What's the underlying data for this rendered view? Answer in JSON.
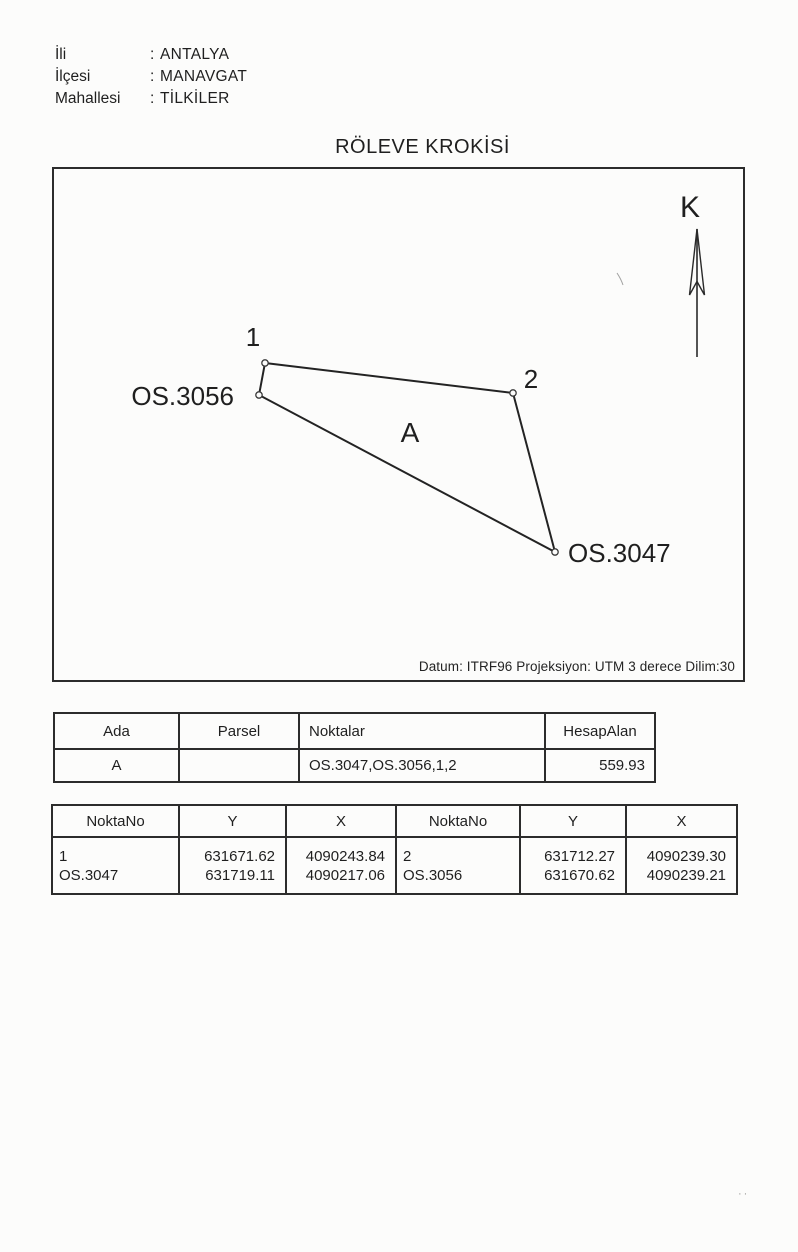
{
  "colors": {
    "ink": "#1f1f1f",
    "paper": "#fcfcfb"
  },
  "header": {
    "separator": ":",
    "fields": [
      {
        "label": "İli",
        "value": "ANTALYA"
      },
      {
        "label": "İlçesi",
        "value": "MANAVGAT"
      },
      {
        "label": "Mahallesi",
        "value": "TİLKİLER"
      }
    ]
  },
  "title": "RÖLEVE KROKİSİ",
  "sketch": {
    "north_label": "K",
    "area_label": "A",
    "datum_note": "Datum: ITRF96 Projeksiyon: UTM 3 derece Dilim:30",
    "vertices": [
      {
        "id": "1",
        "label": "1"
      },
      {
        "id": "2",
        "label": "2"
      },
      {
        "id": "OS.3047",
        "label": "OS.3047"
      },
      {
        "id": "OS.3056",
        "label": "OS.3056"
      }
    ]
  },
  "parcel_table": {
    "headers": [
      "Ada",
      "Parsel",
      "Noktalar",
      "HesapAlan"
    ],
    "row": {
      "ada": "A",
      "parsel": "",
      "noktalar": "OS.3047,OS.3056,1,2",
      "hesap_alan": "559.93"
    }
  },
  "coords_table": {
    "headers": [
      "NoktaNo",
      "Y",
      "X",
      "NoktaNo",
      "Y",
      "X"
    ],
    "rows": [
      [
        "1",
        "631671.62",
        "4090243.84",
        "2",
        "631712.27",
        "4090239.30"
      ],
      [
        "OS.3047",
        "631719.11",
        "4090217.06",
        "OS.3056",
        "631670.62",
        "4090239.21"
      ]
    ]
  },
  "artifact_dots": "··"
}
